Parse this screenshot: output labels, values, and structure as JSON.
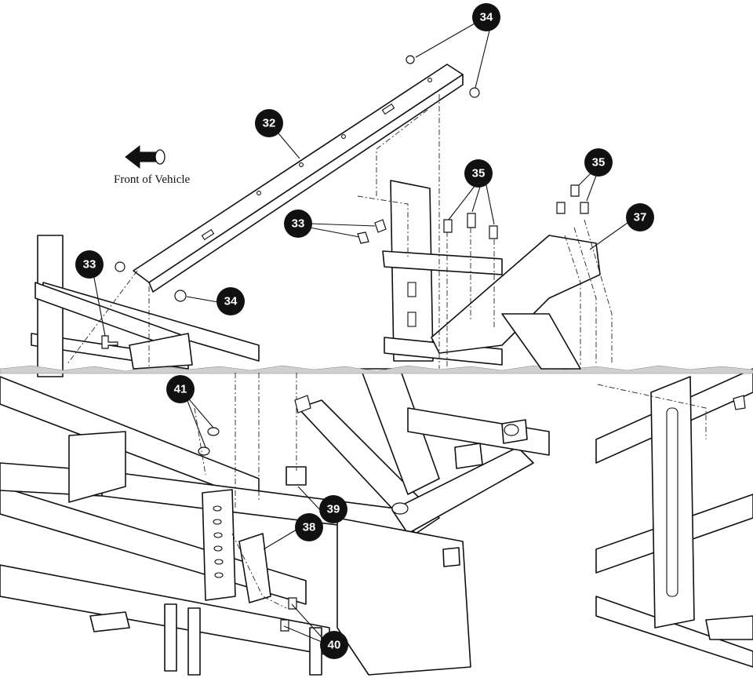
{
  "figure": {
    "direction_label": "Front of Vehicle",
    "direction_icon": "arrow-left-icon"
  },
  "callouts": [
    {
      "id": "c34a",
      "label": "34"
    },
    {
      "id": "c32",
      "label": "32"
    },
    {
      "id": "c35a",
      "label": "35"
    },
    {
      "id": "c35b",
      "label": "35"
    },
    {
      "id": "c33a",
      "label": "33"
    },
    {
      "id": "c37",
      "label": "37"
    },
    {
      "id": "c33b",
      "label": "33"
    },
    {
      "id": "c34b",
      "label": "34"
    },
    {
      "id": "c41",
      "label": "41"
    },
    {
      "id": "c39",
      "label": "39"
    },
    {
      "id": "c38",
      "label": "38"
    },
    {
      "id": "c40",
      "label": "40"
    }
  ]
}
